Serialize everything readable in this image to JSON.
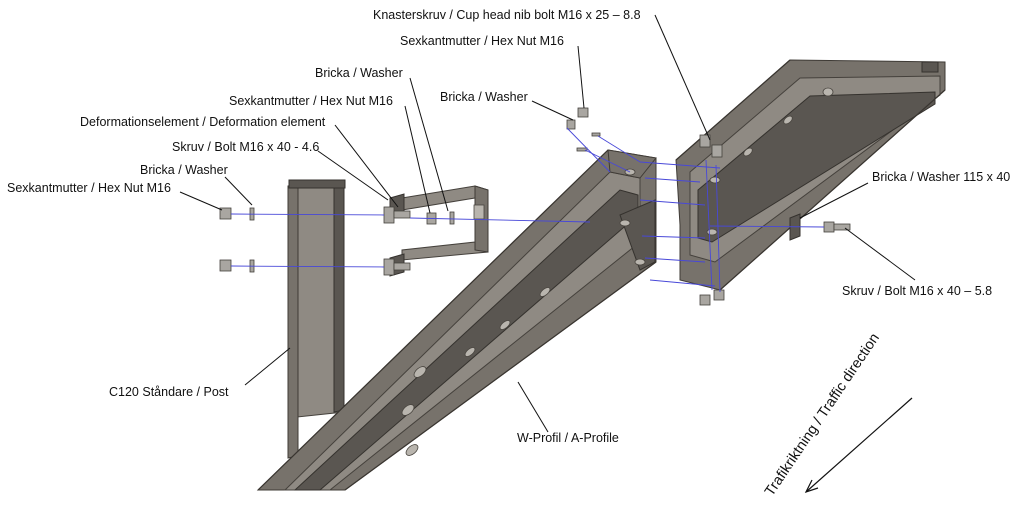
{
  "labels": {
    "cup_head_bolt": "Knasterskruv / Cup head nib bolt M16 x 25 – 8.8",
    "hex_nut_top": "Sexkantmutter  / Hex Nut M16",
    "washer_upper": "Bricka /  Washer",
    "hex_nut_bracket": "Sexkantmutter  / Hex Nut M16",
    "washer_middle": "Bricka /  Washer",
    "deformation_element": "Deformationselement / Deformation element",
    "bolt_46": "Skruv / Bolt M16 x 40 - 4.6",
    "washer_left": "Bricka /  Washer",
    "hex_nut_left": "Sexkantmutter  / Hex Nut M16",
    "washer_115": "Bricka / Washer 115 x 40",
    "bolt_58": "Skruv / Bolt M16 x 40 – 5.8",
    "post": "C120 Ståndare / Post",
    "w_profile": "W-Profil / A-Profile",
    "traffic_direction": "Trafikriktning / Traffic direction"
  },
  "colors": {
    "steel": "#77726b",
    "leader": "#111111",
    "assembly_line": "#4848d8"
  }
}
